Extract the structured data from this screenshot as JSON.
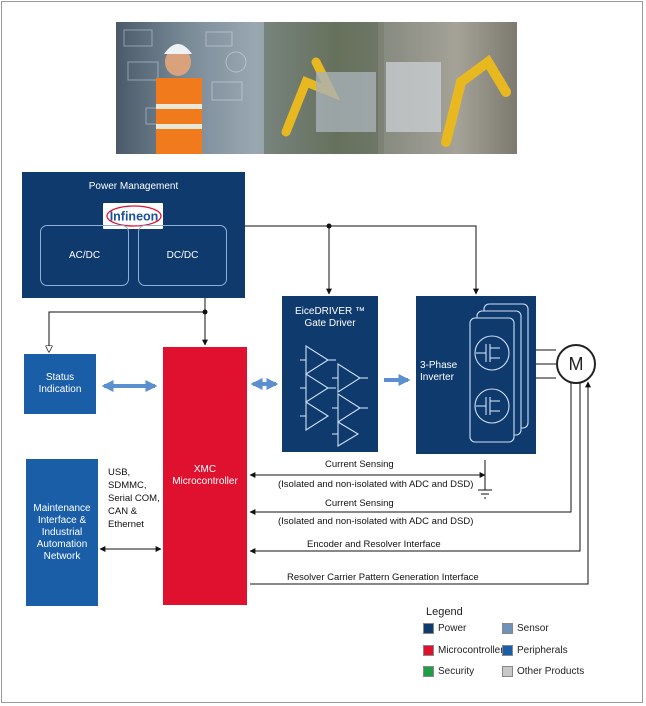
{
  "power_management": {
    "title": "Power Management",
    "logo": "Infineon",
    "ac_dc": "AC/DC",
    "dc_dc": "DC/DC"
  },
  "status_indication": "Status\nIndication",
  "eicedriver": "EiceDRIVER ™\nGate Driver",
  "inverter": "3-Phase\nInverter",
  "motor": "M",
  "xmc": "XMC\nMicrocontroller",
  "maintenance": "Maintenance\nInterface &\nIndustrial\nAutomation\nNetwork",
  "interfaces_list": "USB,\nSDMMC,\nSerial COM,\nCAN &\nEthernet",
  "signals": {
    "current_sensing_1": "Current Sensing",
    "current_sensing_1_note": "(Isolated and non-isolated with ADC and DSD)",
    "current_sensing_2": "Current Sensing",
    "current_sensing_2_note": "(Isolated and non-isolated with ADC and DSD)",
    "encoder": "Encoder and Resolver Interface",
    "resolver": "Resolver Carrier Pattern Generation Interface"
  },
  "legend": {
    "title": "Legend",
    "items": [
      {
        "label": "Power",
        "color": "#0f3a6e"
      },
      {
        "label": "Sensor",
        "color": "#6f93b8"
      },
      {
        "label": "Microcontroller",
        "color": "#e0102f"
      },
      {
        "label": "Peripherals",
        "color": "#1a5ea8"
      },
      {
        "label": "Security",
        "color": "#1f9e45"
      },
      {
        "label": "Other Products",
        "color": "#c8c8c8"
      }
    ]
  },
  "colors": {
    "power": "#0f3a6e",
    "peripherals": "#1a5ea8",
    "microcontroller": "#e0102f",
    "arrow_blue": "#5b8fcf"
  }
}
